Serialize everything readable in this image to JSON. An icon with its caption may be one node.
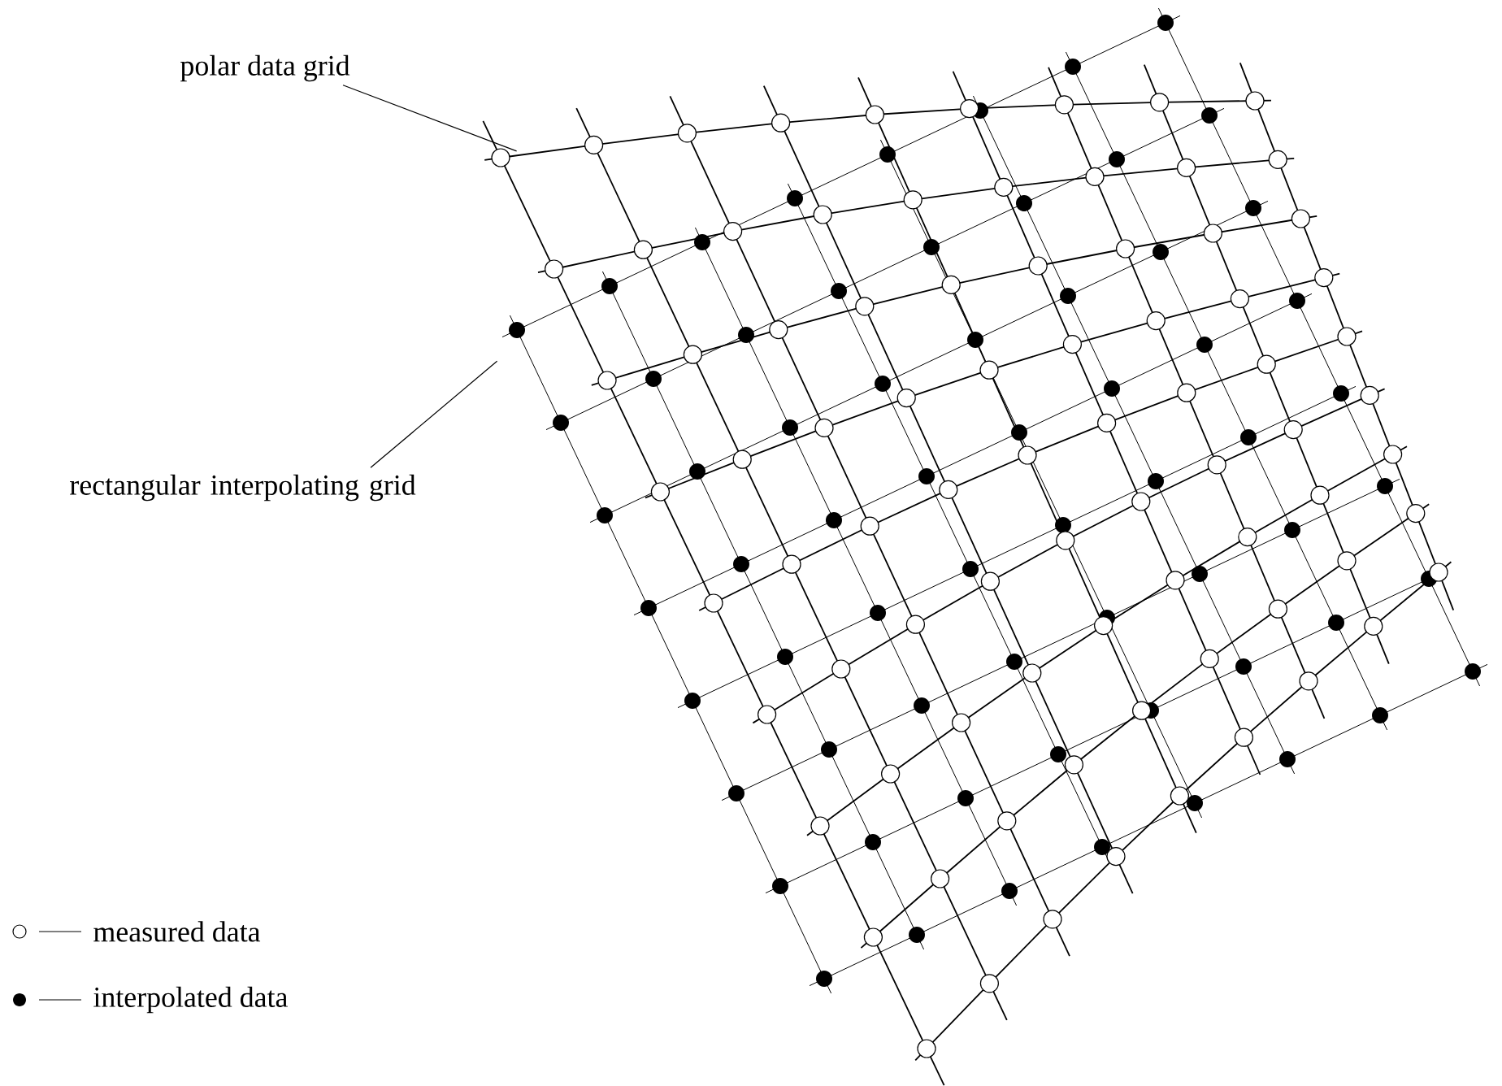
{
  "diagram": {
    "nodes": [
      {
        "text": [
          "polar data grid"
        ]
      },
      {
        "text": [
          "rectangular interpolating grid"
        ]
      },
      {
        "text": [],
        "shape": "grid"
      },
      {
        "text": [],
        "shape": "grid"
      }
    ],
    "edges": [
      {
        "from": 0,
        "to": 2,
        "arrow": "none"
      },
      {
        "from": 1,
        "to": 3,
        "arrow": "none"
      }
    ],
    "legend": [
      {
        "text": "measured data"
      },
      {
        "text": "interpolated data"
      }
    ]
  }
}
